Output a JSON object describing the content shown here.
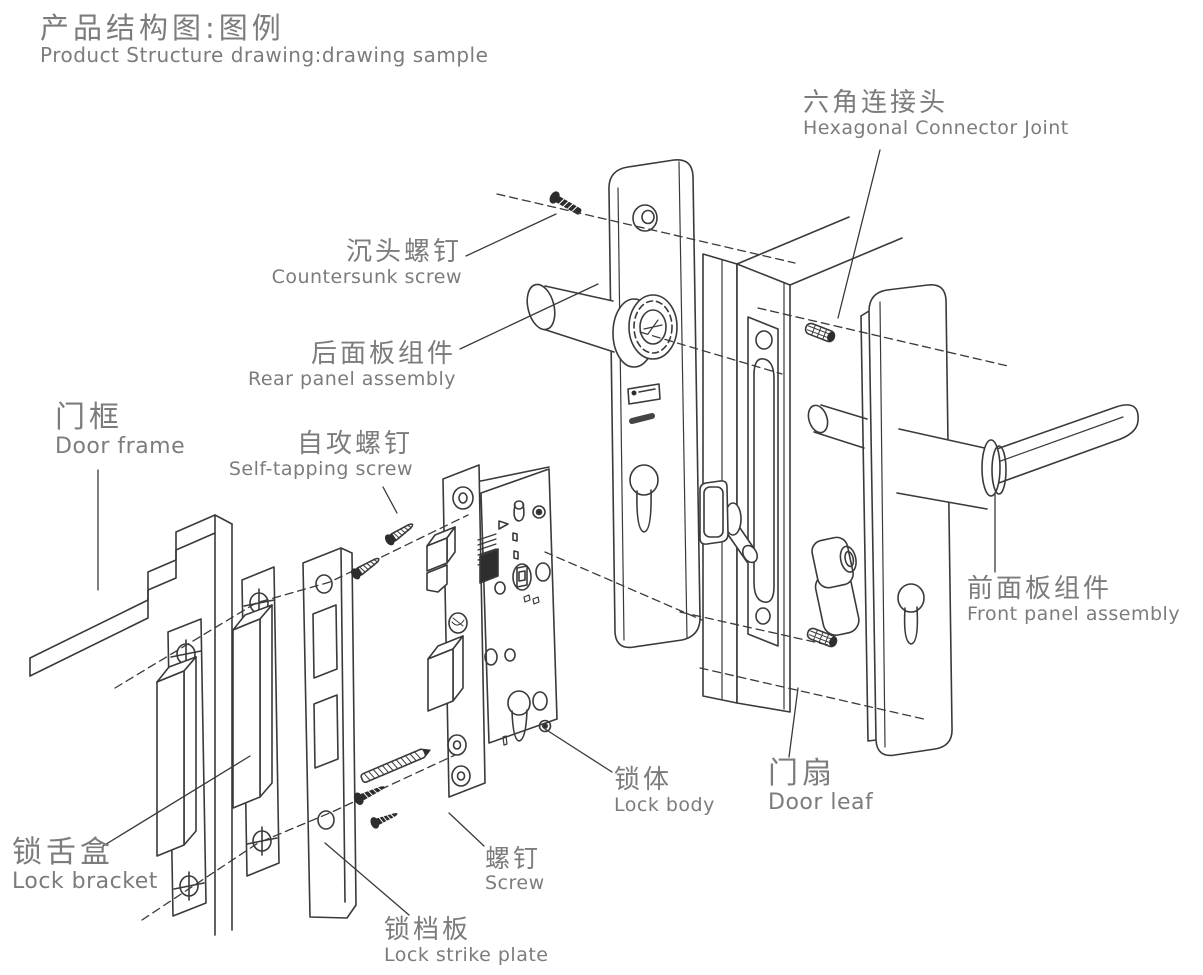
{
  "colors": {
    "background": "#ffffff",
    "line": "#3a3a3a",
    "label_text": "#7c7c7c",
    "screw_fill": "#2d2d2d"
  },
  "title": {
    "zh": "产品结构图:图例",
    "en": "Product Structure drawing:drawing sample"
  },
  "labels": {
    "hex_joint": {
      "zh": "六角连接头",
      "en": "Hexagonal Connector Joint"
    },
    "countersunk_screw": {
      "zh": "沉头螺钉",
      "en": "Countersunk screw"
    },
    "rear_panel": {
      "zh": "后面板组件",
      "en": "Rear panel assembly"
    },
    "door_frame": {
      "zh": "门框",
      "en": "Door frame"
    },
    "self_tapping_screw": {
      "zh": "自攻螺钉",
      "en": "Self-tapping screw"
    },
    "front_panel": {
      "zh": "前面板组件",
      "en": "Front panel assembly"
    },
    "lock_body": {
      "zh": "锁体",
      "en": "Lock body"
    },
    "door_leaf": {
      "zh": "门扇",
      "en": "Door leaf"
    },
    "lock_bracket": {
      "zh": "锁舌盒",
      "en": "Lock bracket"
    },
    "screw": {
      "zh": "螺钉",
      "en": "Screw"
    },
    "strike_plate": {
      "zh": "锁档板",
      "en": "Lock strike plate"
    }
  }
}
